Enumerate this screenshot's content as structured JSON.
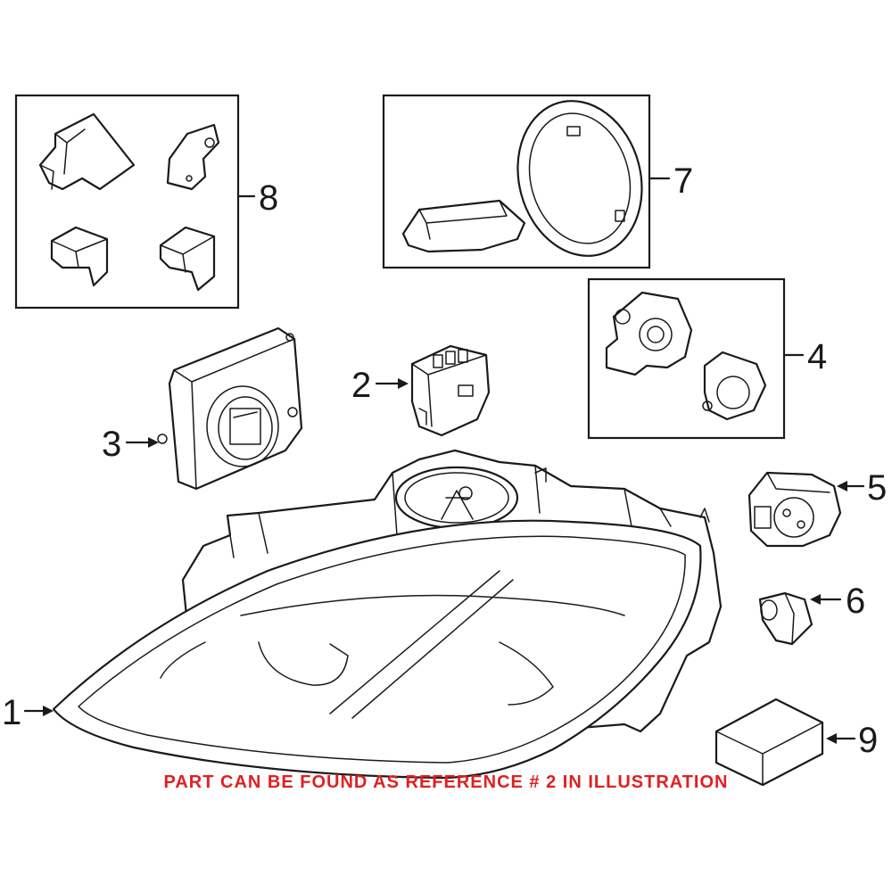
{
  "callouts": {
    "c1": "1",
    "c2": "2",
    "c3": "3",
    "c4": "4",
    "c5": "5",
    "c6": "6",
    "c7": "7",
    "c8": "8",
    "c9": "9"
  },
  "note": {
    "text": "PART CAN BE FOUND AS REFERENCE # 2 IN ILLUSTRATION",
    "color": "#e02020"
  },
  "colors": {
    "line": "#1a1a1a",
    "background": "#ffffff"
  }
}
